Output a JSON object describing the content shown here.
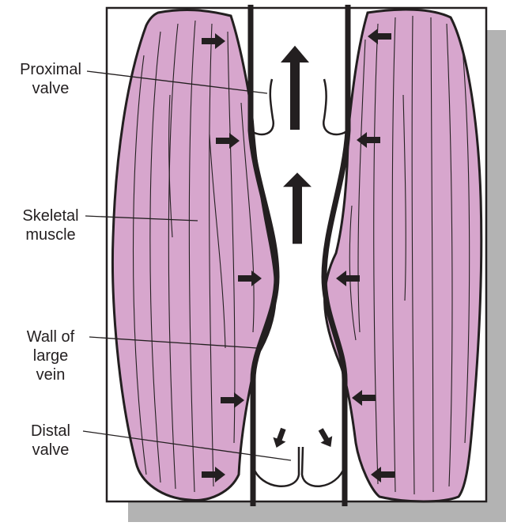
{
  "labels": {
    "proximal_valve": [
      "Proximal",
      "valve"
    ],
    "skeletal_muscle": [
      "Skeletal",
      "muscle"
    ],
    "wall_of_large_vein": [
      "Wall of",
      "large",
      "vein"
    ],
    "distal_valve": [
      "Distal",
      "valve"
    ]
  },
  "colors": {
    "muscle_fill": "#d7a6cd",
    "outline": "#231f20",
    "shadow": "#b3b3b3",
    "background": "#ffffff",
    "arrow": "#231f20"
  },
  "icons": {
    "compression_arrow": "right-arrow / left-arrow",
    "blood_flow_arrow": "up-arrow",
    "backflow_arrow": "diagonal-down-arrow"
  }
}
